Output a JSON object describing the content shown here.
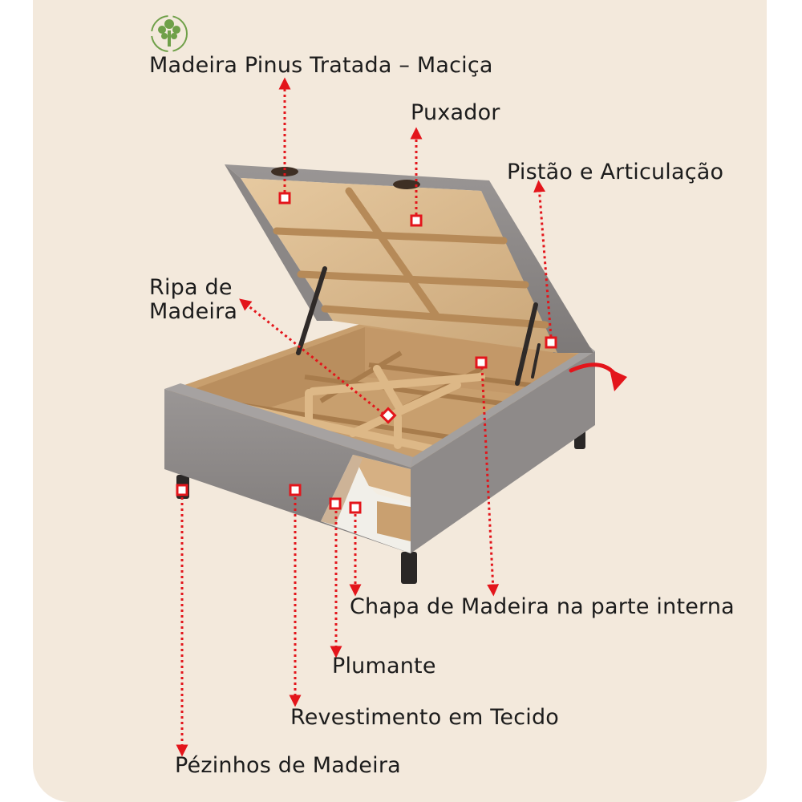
{
  "annotations": {
    "madeira_pinus": "Madeira Pinus Tratada – Maciça",
    "puxador": "Puxador",
    "pistao": "Pistão e Articulação",
    "ripa": "Ripa de Madeira",
    "chapa": "Chapa de Madeira na parte interna",
    "plumante": "Plumante",
    "revestimento": "Revestimento em Tecido",
    "pezinhos": "Pézinhos de Madeira"
  },
  "colors": {
    "background": "#f3e9dc",
    "marker": "#e3151b",
    "upholstery": "#8a8685",
    "wood": "#d9b98f",
    "eco_icon": "#6fa049"
  },
  "icons": {
    "eco": "tree-leaf-icon",
    "rotation": "curved-arrow-icon"
  }
}
